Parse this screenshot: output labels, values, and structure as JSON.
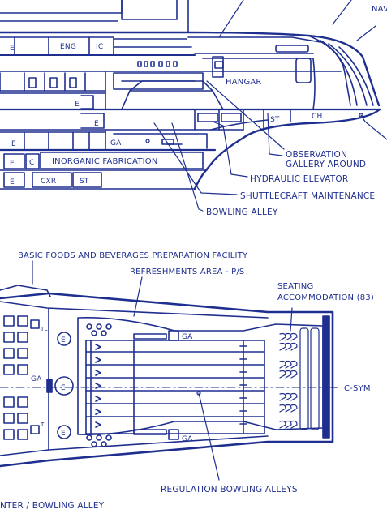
{
  "colors": {
    "ink": "#1f2f8f",
    "paper": "#ffffff"
  },
  "upper_section": {
    "labels": {
      "navigation_fragment": "NAV",
      "engineering": "ENG",
      "ic": "IC",
      "hangar": "HANGAR",
      "st_right": "ST",
      "ch": "CH",
      "ga": "GA",
      "c_box": "C",
      "inorganic_fabrication": "INORGANIC FABRICATION",
      "cxr": "CXR",
      "st_left": "ST",
      "e1": "E",
      "e2": "E",
      "e3": "E",
      "e4": "E",
      "e5": "E",
      "e6": "E"
    },
    "callouts": {
      "observation": "OBSERVATION",
      "gallery_around": "GALLERY AROUND",
      "hydraulic_elevator": "HYDRAULIC ELEVATOR",
      "shuttlecraft_maintenance": "SHUTTLECRAFT MAINTENANCE",
      "bowling_alley": "BOWLING ALLEY"
    }
  },
  "lower_section": {
    "labels": {
      "basic_foods": "BASIC FOODS AND BEVERAGES PREPARATION FACILITY",
      "refreshments": "REFRESHMENTS AREA - P/S",
      "seating_line1": "SEATING",
      "seating_line2": "ACCOMMODATION (83)",
      "ga_top": "GA",
      "ga_bottom": "GA",
      "ga_left": "GA",
      "e_top": "E",
      "e_middle": "E",
      "e_bottom": "E",
      "tl_top": "TL",
      "tl_bottom": "TL",
      "centerline": "C-SYM",
      "regulation_bowling_alleys": "REGULATION BOWLING ALLEYS",
      "bottom_title": "NTER / BOWLING ALLEY"
    }
  }
}
